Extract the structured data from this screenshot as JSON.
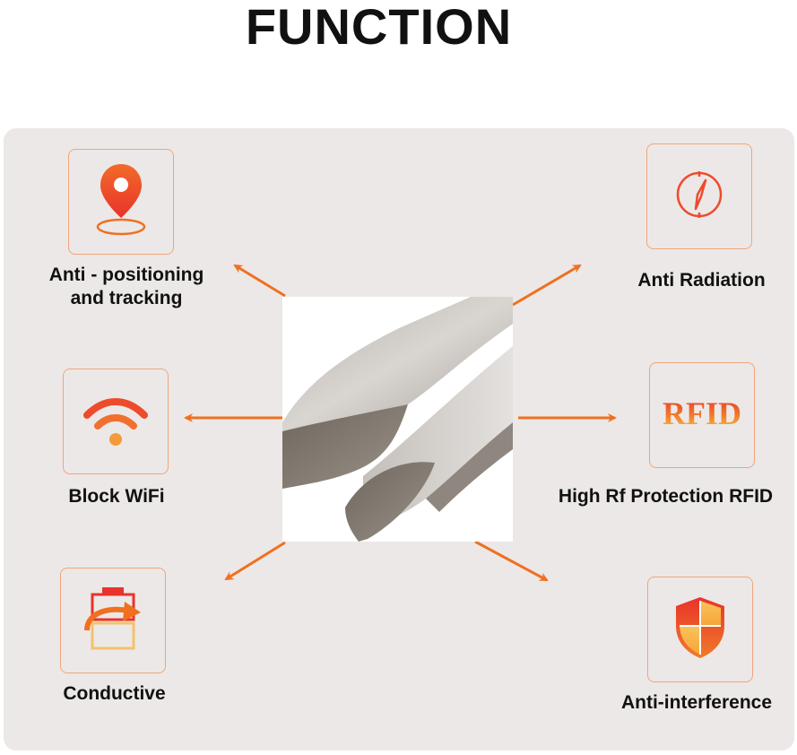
{
  "title": "FUNCTION",
  "features": [
    {
      "label": "Anti - positioning\nand tracking",
      "icon": "location-pin-icon"
    },
    {
      "label": "Block WiFi",
      "icon": "wifi-icon"
    },
    {
      "label": "Conductive",
      "icon": "conductive-battery-icon"
    },
    {
      "label": "Anti Radiation",
      "icon": "compass-icon"
    },
    {
      "label": "High Rf Protection RFID",
      "icon": "rfid-icon"
    },
    {
      "label": "Anti-interference",
      "icon": "shield-icon"
    }
  ],
  "rfid_text": "RFID",
  "colors": {
    "accent": "#f07020",
    "panel": "#ece8e7",
    "box_border": "#f0a57a"
  }
}
